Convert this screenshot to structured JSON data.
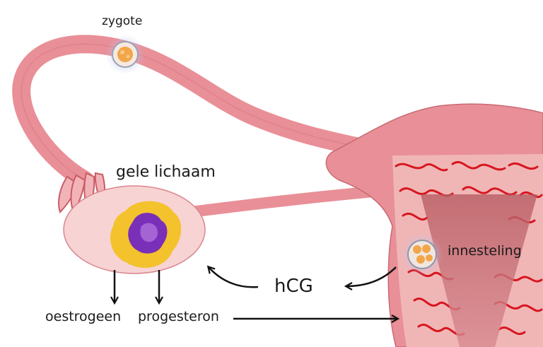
{
  "labels": {
    "zygote": "zygote",
    "corpus_luteum": "gele lichaam",
    "implantation": "innesteling",
    "hormone": "hCG",
    "estrogen": "oestrogeen",
    "progesterone": "progesteron"
  },
  "colors": {
    "tissue": "#e98f97",
    "tissue_dark": "#c96a73",
    "ovary": "#f7d3d3",
    "corpus_yellow": "#f3c22c",
    "corpus_purple": "#7a2fb8",
    "endometrium": "#f0b6b6",
    "vessels": "#d7161f",
    "cavity": "#c46c72",
    "arrow": "#111111"
  }
}
